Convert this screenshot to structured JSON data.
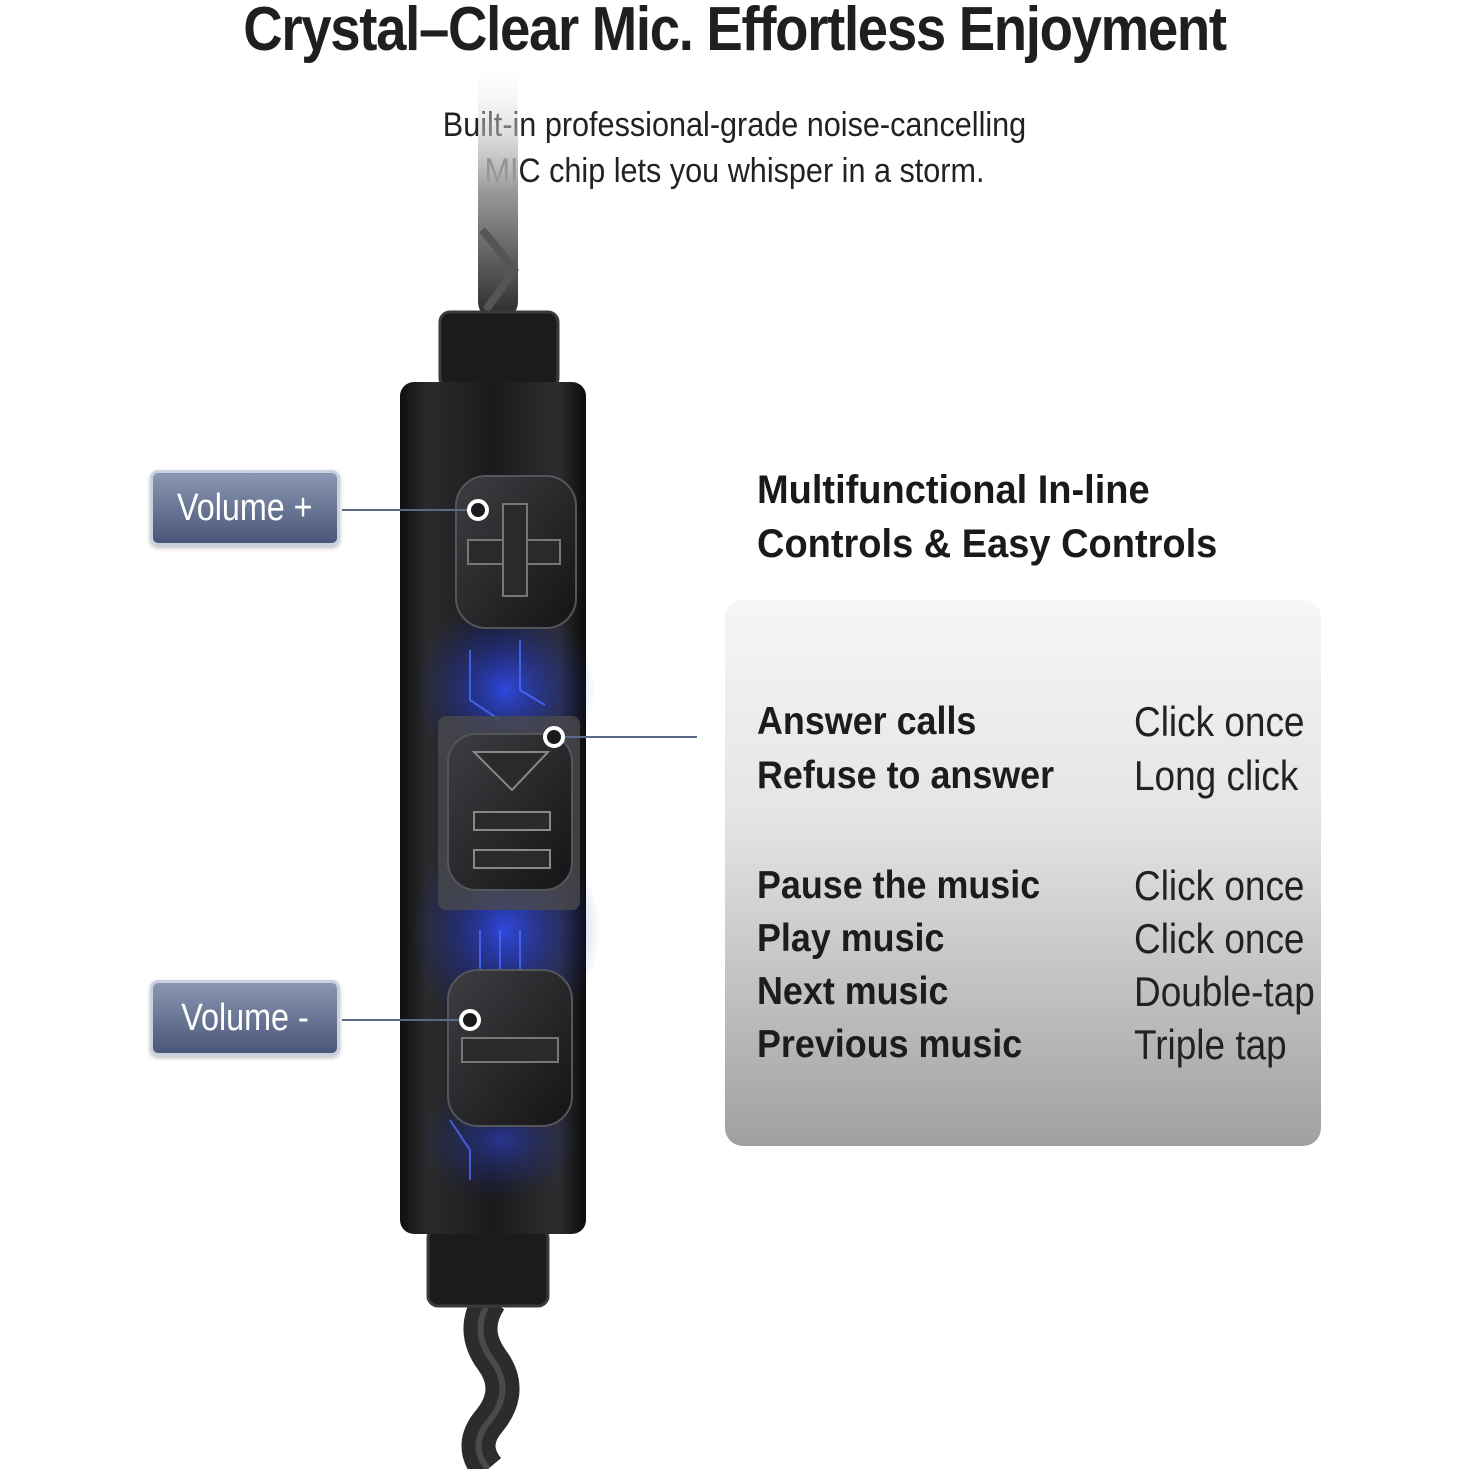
{
  "headline": "Crystal–Clear Mic. Effortless Enjoyment",
  "subheadline": {
    "line1": "Built-in professional-grade noise-cancelling",
    "line2": "MIC chip lets you whisper in a storm."
  },
  "labels": {
    "volume_up": "Volume +",
    "volume_down": "Volume -"
  },
  "feature_title": {
    "line1": "Multifunctional In-line",
    "line2": "Controls & Easy Controls"
  },
  "controls": [
    {
      "action": "Answer calls",
      "gesture": "Click once"
    },
    {
      "action": "Refuse to answer",
      "gesture": "Long click"
    },
    {
      "action": "Pause the music",
      "gesture": "Click once"
    },
    {
      "action": "Play music",
      "gesture": "Click once"
    },
    {
      "action": "Next music",
      "gesture": "Double-tap"
    },
    {
      "action": "Previous music",
      "gesture": "Triple tap"
    }
  ],
  "colors": {
    "label_fill_top": "#8a97b3",
    "label_fill_bottom": "#4a5677",
    "remote_body": "#1b1b1d",
    "circuit_glow": "#2a3fd6"
  },
  "icons": [
    "plus-icon",
    "play-pause-icon",
    "minus-icon"
  ]
}
